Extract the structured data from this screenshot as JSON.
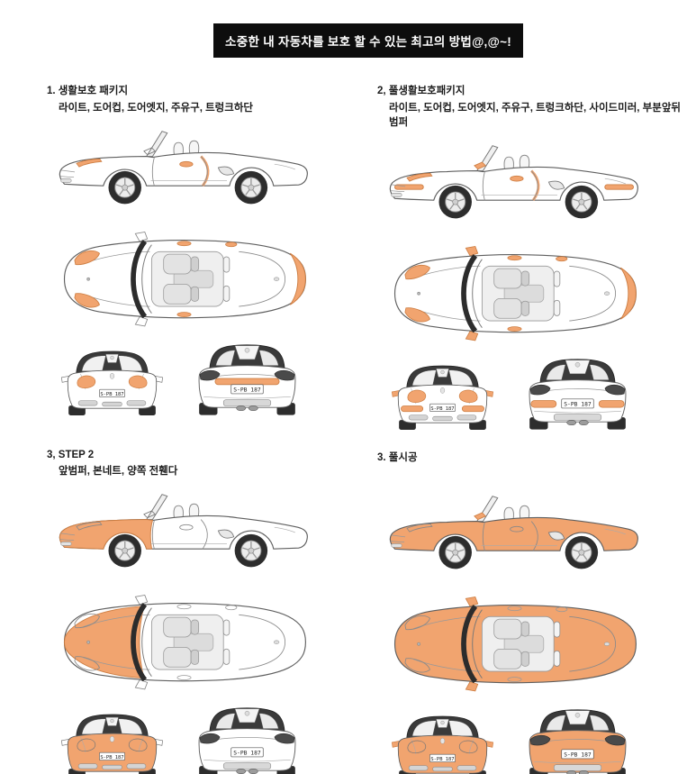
{
  "title": "소중한 내 자동차를 보호 할 수 있는 최고의 방법@,@~!",
  "colors": {
    "highlight": "#F1A46F",
    "highlight_stroke": "#CE7F44",
    "banner_bg": "#0D0D0D",
    "banner_text": "#FFFFFF",
    "line": "#5F5F5F"
  },
  "car": {
    "plate": "S-PB 187"
  },
  "packages": [
    {
      "label": "1. 생활보호 패키지",
      "parts": "라이트, 도어컵, 도어엣지, 주유구, 트렁크하단",
      "highlights": {
        "side": [
          "headlight",
          "door-cup",
          "door-edge"
        ],
        "top": [
          "headlights",
          "door-cups",
          "fuel-door",
          "rear-strip"
        ],
        "front": [
          "headlights"
        ],
        "rear": [
          "trunk-strip"
        ]
      }
    },
    {
      "label": "2, 풀생활보호패키지",
      "parts": "라이트, 도어컵, 도어엣지, 주유구, 트렁크하단, 사이드미러, 부분앞뒤범퍼",
      "highlights": {
        "side": [
          "headlight",
          "fender-strip",
          "mirror",
          "door-cup",
          "door-edge",
          "rear-strip"
        ],
        "top": [
          "headlights",
          "mirrors",
          "door-cups",
          "fuel-door",
          "rear-strip"
        ],
        "front": [
          "headlights",
          "mirrors",
          "bumper-strips"
        ],
        "rear": [
          "bumper-strips"
        ]
      }
    },
    {
      "label": "3, STEP 2",
      "parts": "앞범퍼, 본네트, 양쪽 전휀다",
      "highlights": {
        "side": [
          "front-clip"
        ],
        "top": [
          "front-clip"
        ],
        "front": [
          "full-body"
        ],
        "rear": []
      }
    },
    {
      "label": "3. 풀시공",
      "parts": "",
      "highlights": {
        "side": [
          "full-body",
          "mirror"
        ],
        "top": [
          "full-body",
          "mirrors"
        ],
        "front": [
          "full-body",
          "mirrors"
        ],
        "rear": [
          "full-body"
        ]
      }
    }
  ]
}
